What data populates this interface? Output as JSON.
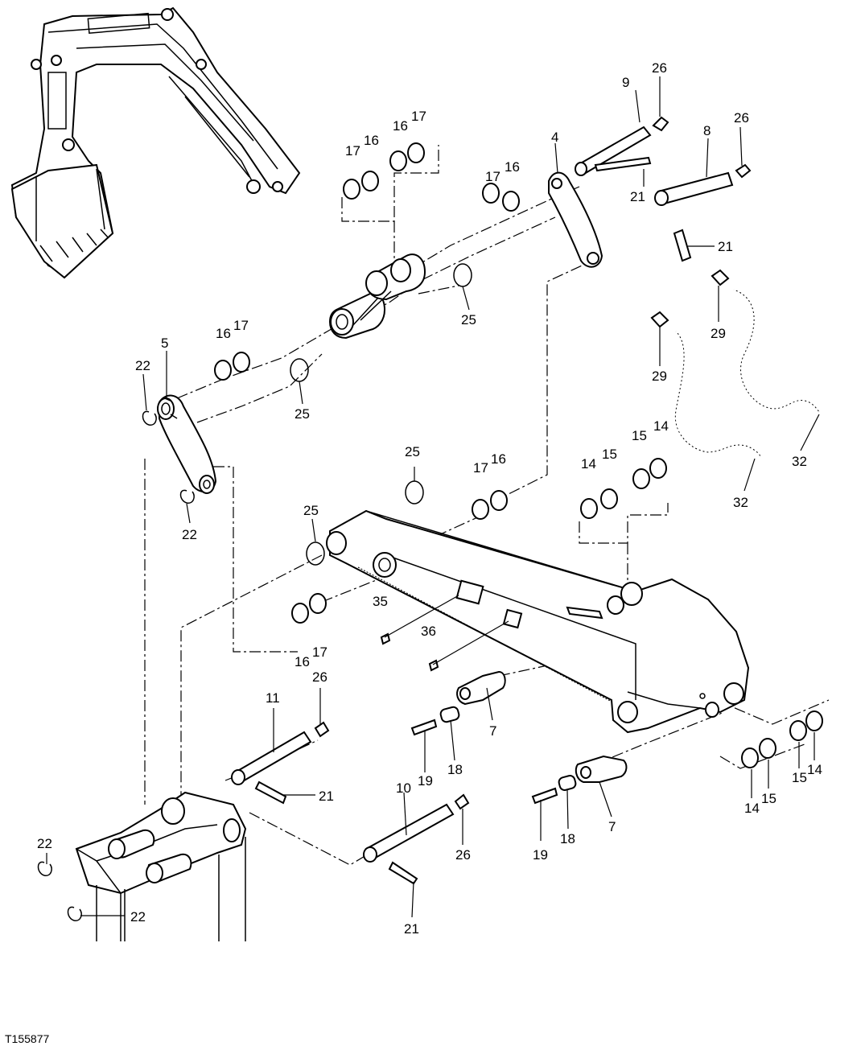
{
  "figure_id": "T155877",
  "callouts": {
    "c4": "4",
    "c5": "5",
    "c7a": "7",
    "c7b": "7",
    "c8": "8",
    "c9": "9",
    "c10": "10",
    "c11": "11",
    "c14a": "14",
    "c14b": "14",
    "c14c": "14",
    "c14d": "14",
    "c15a": "15",
    "c15b": "15",
    "c15c": "15",
    "c15d": "15",
    "c16a": "16",
    "c16b": "16",
    "c16c": "16",
    "c16d": "16",
    "c16e": "16",
    "c16f": "16",
    "c17a": "17",
    "c17b": "17",
    "c17c": "17",
    "c17d": "17",
    "c17e": "17",
    "c17f": "17",
    "c18a": "18",
    "c18b": "18",
    "c19a": "19",
    "c19b": "19",
    "c21a": "21",
    "c21b": "21",
    "c21c": "21",
    "c21d": "21",
    "c22a": "22",
    "c22b": "22",
    "c22c": "22",
    "c22d": "22",
    "c25a": "25",
    "c25b": "25",
    "c25c": "25",
    "c25d": "25",
    "c26a": "26",
    "c26b": "26",
    "c26c": "26",
    "c26d": "26",
    "c29a": "29",
    "c29b": "29",
    "c32a": "32",
    "c32b": "32",
    "c35": "35",
    "c36": "36"
  }
}
